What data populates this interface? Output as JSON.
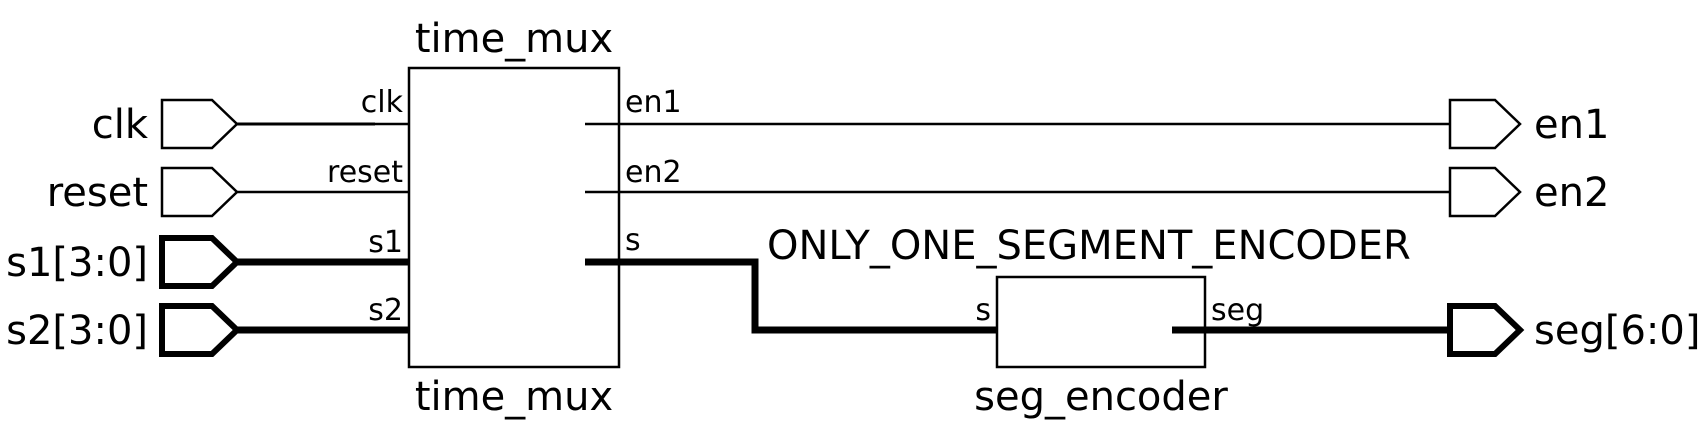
{
  "colors": {
    "clock_net": "#33dd33",
    "line": "#000000",
    "background": "#ffffff"
  },
  "inputs": {
    "clk": "clk",
    "reset": "reset",
    "s1": "s1[3:0]",
    "s2": "s2[3:0]"
  },
  "outputs": {
    "en1": "en1",
    "en2": "en2",
    "seg": "seg[6:0]"
  },
  "time_mux": {
    "instance_name": "time_mux",
    "cell_name": "time_mux",
    "pins": {
      "clk": "clk",
      "reset": "reset",
      "s1": "s1",
      "s2": "s2",
      "en1": "en1",
      "en2": "en2",
      "s": "s"
    }
  },
  "seg_encoder": {
    "instance_name": "ONLY_ONE_SEGMENT_ENCODER",
    "cell_name": "seg_encoder",
    "pins": {
      "s": "s",
      "seg": "seg"
    }
  }
}
